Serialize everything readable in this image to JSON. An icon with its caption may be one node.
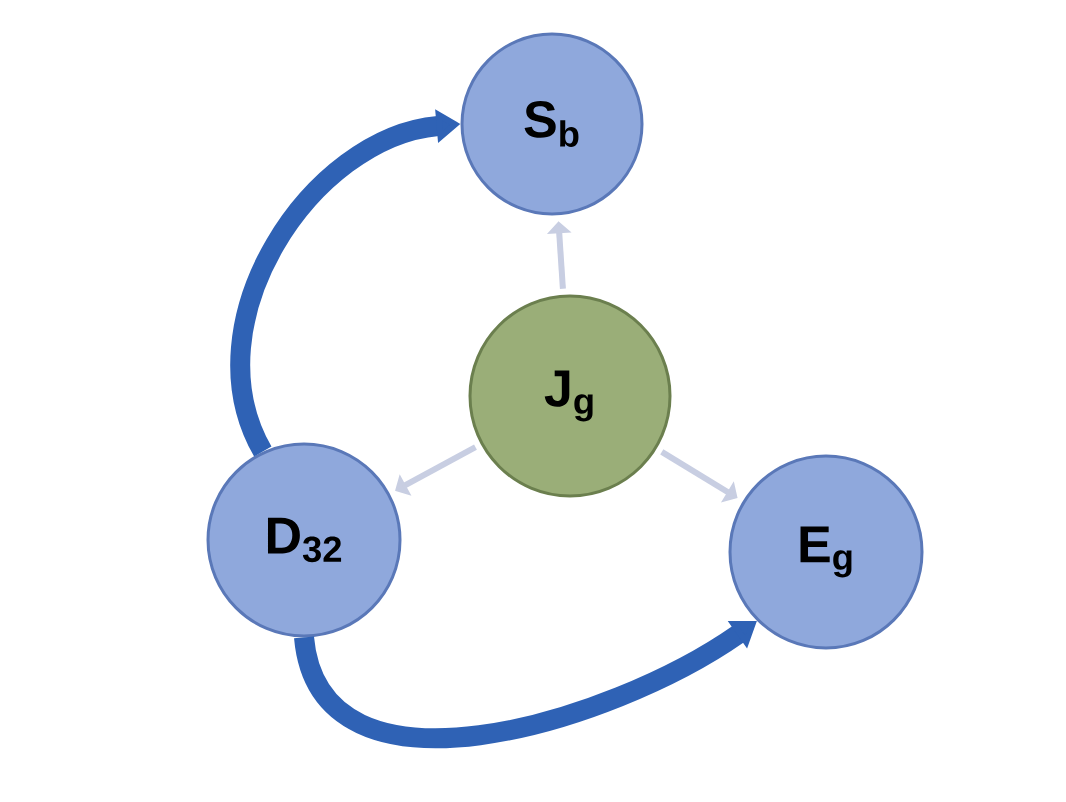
{
  "diagram": {
    "nodes": [
      {
        "text": [
          "S$_{b}$"
        ]
      },
      {
        "text": [
          "J$_{g}$"
        ]
      },
      {
        "text": [
          "D$_{32}$"
        ]
      },
      {
        "text": [
          "E$_{g}$"
        ]
      }
    ],
    "edges": [
      {
        "from": 1,
        "to": 0,
        "arrow": "to"
      },
      {
        "from": 1,
        "to": 2,
        "arrow": "to"
      },
      {
        "from": 1,
        "to": 3,
        "arrow": "to"
      },
      {
        "from": 2,
        "to": 0,
        "arrow": "to",
        "style": "thick",
        "color": "#2f62b5"
      },
      {
        "from": 2,
        "to": 3,
        "arrow": "to",
        "style": "thick",
        "color": "#2f62b5"
      }
    ]
  }
}
